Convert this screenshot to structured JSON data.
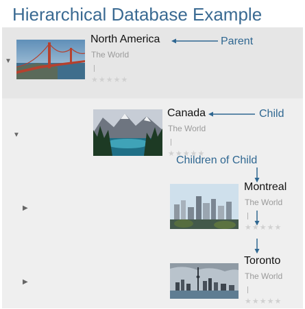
{
  "title": "Hierarchical Database Example",
  "annotation_color": "#2f6791",
  "records": [
    {
      "name": "North America",
      "subtitle": "The World",
      "rating_stars": "★★★★★",
      "thumbnail": "golden-gate-bridge-photo"
    },
    {
      "name": "Canada",
      "subtitle": "The World",
      "rating_stars": "★★★★★",
      "thumbnail": "mountain-lake-photo"
    },
    {
      "name": "Montreal",
      "subtitle": "The World",
      "rating_stars": "★★★★★",
      "thumbnail": "montreal-skyline-photo"
    },
    {
      "name": "Toronto",
      "subtitle": "The World",
      "rating_stars": "★★★★★",
      "thumbnail": "toronto-skyline-photo"
    }
  ],
  "annotations": {
    "parent": "Parent",
    "child": "Child",
    "children_of_child": "Children of Child"
  },
  "icons": {
    "expanded": "triangle-down-icon",
    "collapsed": "triangle-right-icon"
  }
}
